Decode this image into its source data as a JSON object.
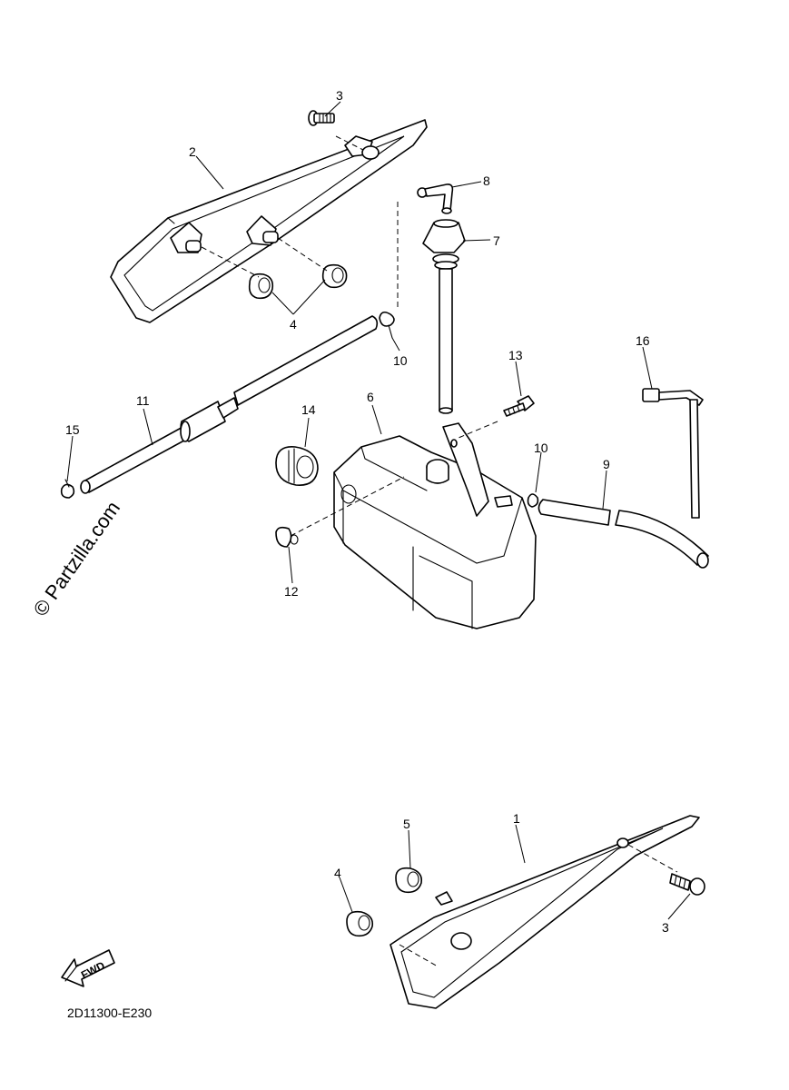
{
  "watermark": "© Partzilla.com",
  "diagram_code": "2D11300-E230",
  "fwd_label": "FWD",
  "callouts": {
    "c3_top": "3",
    "c2": "2",
    "c8": "8",
    "c7": "7",
    "c4_top": "4",
    "c10_left": "10",
    "c16": "16",
    "c13": "13",
    "c6": "6",
    "c11": "11",
    "c14": "14",
    "c15": "15",
    "c10_right": "10",
    "c9": "9",
    "c12": "12",
    "c1": "1",
    "c5": "5",
    "c4_bottom": "4",
    "c3_bottom": "3"
  }
}
